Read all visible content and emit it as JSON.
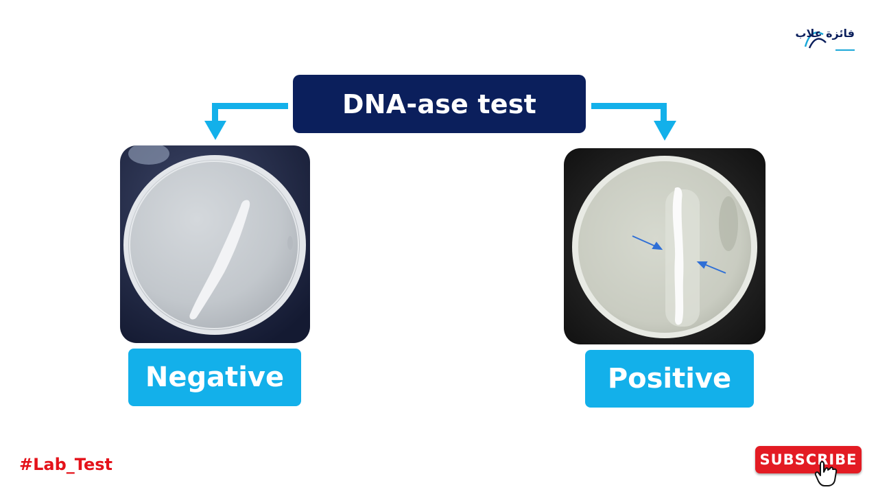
{
  "title": "DNA-ase test",
  "negative": {
    "label": "Negative"
  },
  "positive": {
    "label": "Positive"
  },
  "logo": {
    "text": "فائزة علاب"
  },
  "hashtag": "#Lab_Test",
  "subscribe": {
    "label": "SUBSCRIBE"
  },
  "colors": {
    "title_bg": "#0b1f5c",
    "label_bg": "#13b0ea",
    "arrow": "#13b0ea",
    "hashtag": "#e4121a",
    "subscribe_bg": "#e31b23"
  }
}
